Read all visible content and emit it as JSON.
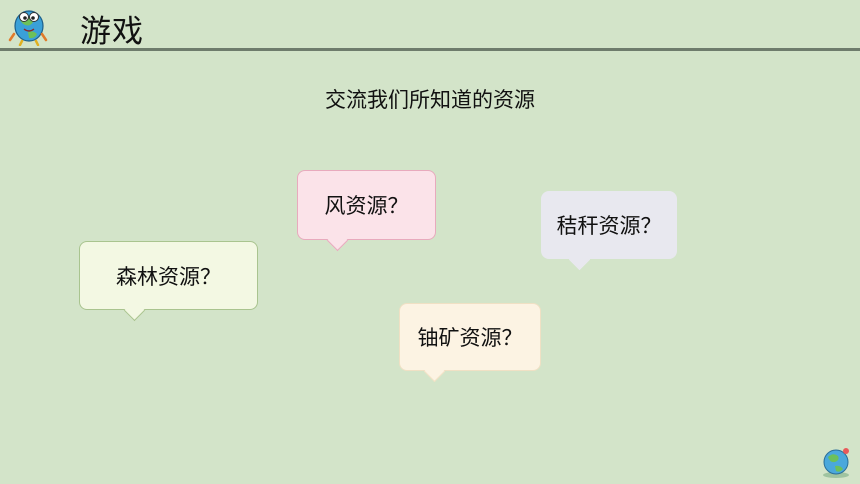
{
  "header": {
    "title": "游戏"
  },
  "main": {
    "subtitle": "交流我们所知道的资源",
    "bubbles": [
      {
        "text": "森林资源？"
      },
      {
        "text": "风资源？"
      },
      {
        "text": "秸秆资源？"
      },
      {
        "text": "铀矿资源？"
      }
    ]
  },
  "colors": {
    "background": "#d3e4c9",
    "rule": "#6e7c6c",
    "forest_bubble": "#f3f8e3",
    "wind_bubble": "#fbe3e9",
    "straw_bubble": "#e8e8ef",
    "uranium_bubble": "#fcf3e3"
  },
  "icons": {
    "logo": "cartoon-earth-icon",
    "corner": "globe-icon"
  }
}
